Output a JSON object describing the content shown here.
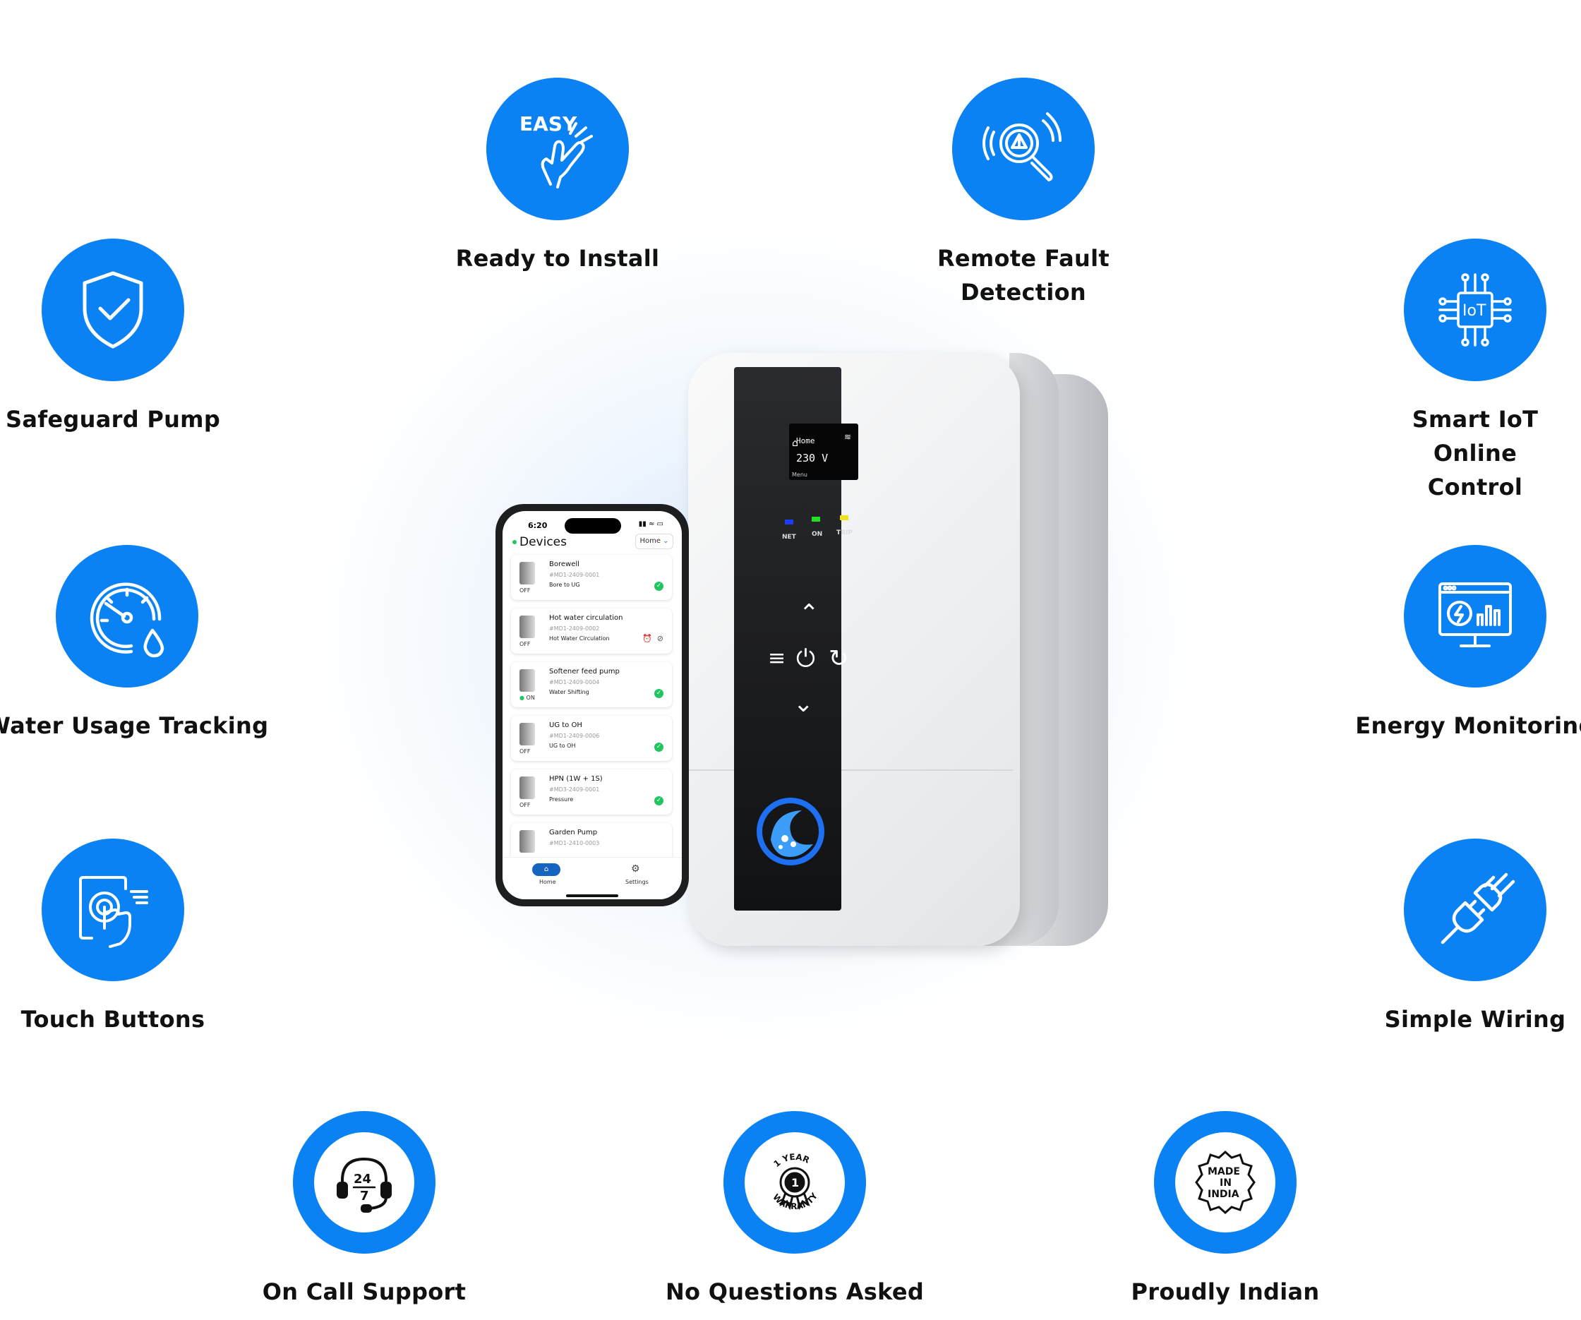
{
  "features": {
    "ready_install": "Ready to  Install",
    "remote_fault": "Remote Fault  Detection",
    "safeguard": "Safeguard Pump",
    "smart_iot_1": "Smart IoT  Online",
    "smart_iot_2": "Control",
    "water_usage": "Water Usage  Tracking",
    "energy": "Energy  Monitoring",
    "touch": "Touch  Buttons",
    "wiring": "Simple Wiring",
    "support": "On Call  Support",
    "no_questions": "No Questions  Asked",
    "indian": "Proudly  Indian"
  },
  "icon_text": {
    "easy": "EASY",
    "iot": "IoT",
    "support_24": "24",
    "support_7": "7",
    "warranty_top": "1 YEAR",
    "warranty_num": "1",
    "warranty_bottom": "WARRANTY",
    "made": "MADE",
    "in": "IN",
    "india": "INDIA"
  },
  "device": {
    "lcd_mode": "Home",
    "lcd_voltage": "230 V",
    "lcd_menu": "Menu",
    "led_net": "NET",
    "led_on": "ON",
    "led_trip": "TRIP"
  },
  "phone": {
    "time": "6:20",
    "title": "Devices",
    "home_selector": "Home",
    "devices": [
      {
        "name": "Borewell",
        "id": "#MD1-2409-0001",
        "sub": "Bore to UG",
        "state": "OFF"
      },
      {
        "name": "Hot water circulation",
        "id": "#MD1-2409-0002",
        "sub": "Hot Water Circulation",
        "state": "OFF"
      },
      {
        "name": "Softener feed pump",
        "id": "#MD1-2409-0004",
        "sub": "Water Shifting",
        "state": "ON"
      },
      {
        "name": "UG to OH",
        "id": "#MD1-2409-0006",
        "sub": "UG to OH",
        "state": "OFF"
      },
      {
        "name": "HPN (1W + 1S)",
        "id": "#MD3-2409-0001",
        "sub": "Pressure",
        "state": "OFF"
      },
      {
        "name": "Garden Pump",
        "id": "#MD1-2410-0003",
        "sub": "",
        "state": ""
      }
    ],
    "tab_home": "Home",
    "tab_settings": "Settings"
  },
  "colors": {
    "accent": "#0a82f4",
    "led_net": "#1e3cff",
    "led_on": "#22e022",
    "led_trip": "#f2e21a"
  }
}
